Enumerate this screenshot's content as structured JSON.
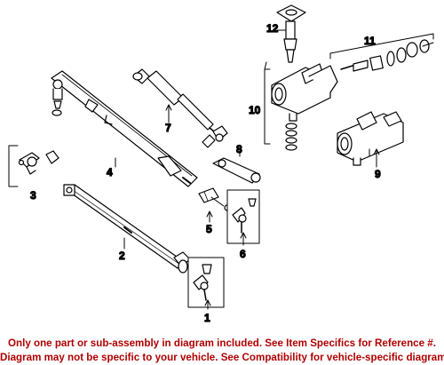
{
  "callouts": {
    "c1": "1",
    "c2": "2",
    "c3": "3",
    "c4": "4",
    "c5": "5",
    "c6": "6",
    "c7": "7",
    "c8": "8",
    "c9": "9",
    "c10": "10",
    "c11": "11",
    "c12": "12"
  },
  "notice": {
    "line1": "Only one part or sub-assembly in diagram included. See Item Specifics for Reference #.",
    "line2": "Diagram may not be specific to your vehicle. See Compatibility for vehicle-specific diagrams."
  },
  "colors": {
    "notice_text": "#b00000",
    "line_art": "#000000",
    "background": "#ffffff"
  }
}
